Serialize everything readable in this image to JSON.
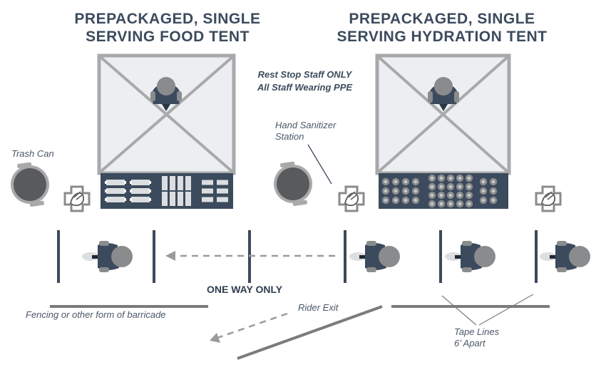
{
  "titles": {
    "food_tent": [
      "PREPACKAGED, SINGLE",
      "SERVING FOOD TENT"
    ],
    "hydration_tent": [
      "PREPACKAGED, SINGLE",
      "SERVING HYDRATION TENT"
    ]
  },
  "staff_note": [
    "Rest Stop Staff ONLY",
    "All Staff Wearing PPE"
  ],
  "labels": {
    "trash_can": "Trash Can",
    "hand_sanitizer": [
      "Hand Sanitizer",
      "Station"
    ],
    "one_way": "ONE WAY ONLY",
    "fencing": "Fencing or other form of barricade",
    "rider_exit": "Rider Exit",
    "tape_lines": [
      "Tape Lines",
      "6’ Apart"
    ]
  },
  "colors": {
    "navy": "#3b4a5c",
    "tent_fill": "#eceef1",
    "tent_frame": "#a8a9ab",
    "gray_figure": "#8a8b8d",
    "trash": "#595a5c",
    "arrow": "#9a9b9d"
  },
  "icons": [
    "person-icon",
    "trash-can-icon",
    "hand-sanitizer-icon",
    "food-package-icon",
    "water-bottle-icon"
  ]
}
